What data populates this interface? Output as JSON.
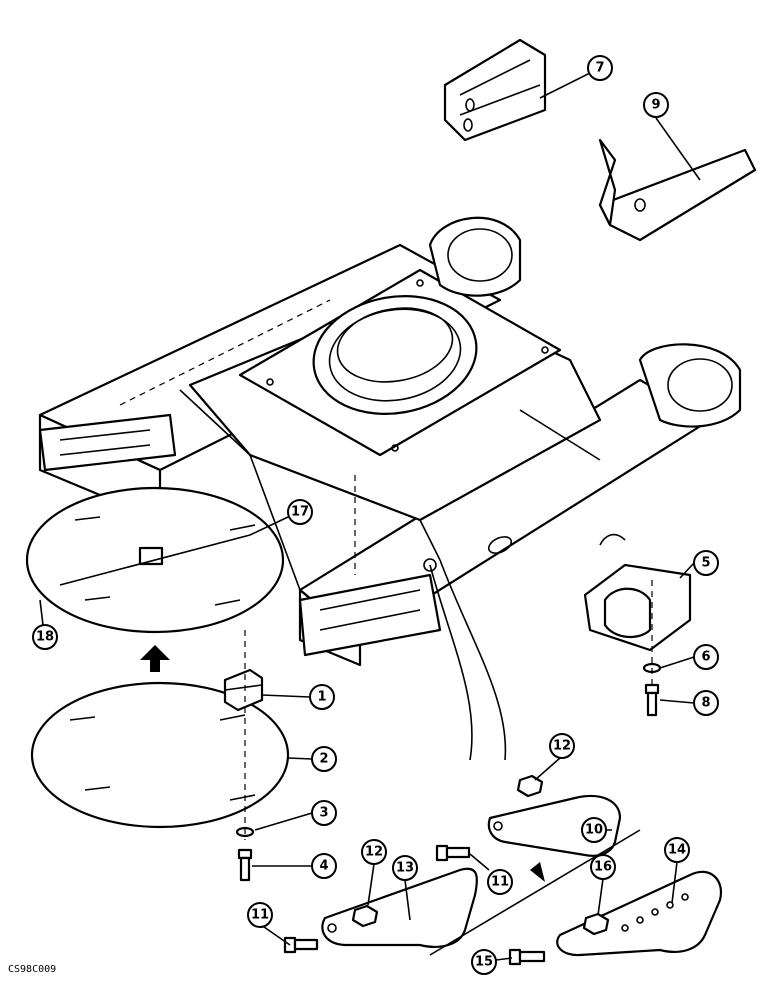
{
  "figure_code": "CS98C009",
  "callouts": [
    "1",
    "2",
    "3",
    "4",
    "5",
    "6",
    "7",
    "8",
    "9",
    "10",
    "11",
    "11",
    "12",
    "12",
    "13",
    "14",
    "15",
    "16",
    "17",
    "18"
  ]
}
